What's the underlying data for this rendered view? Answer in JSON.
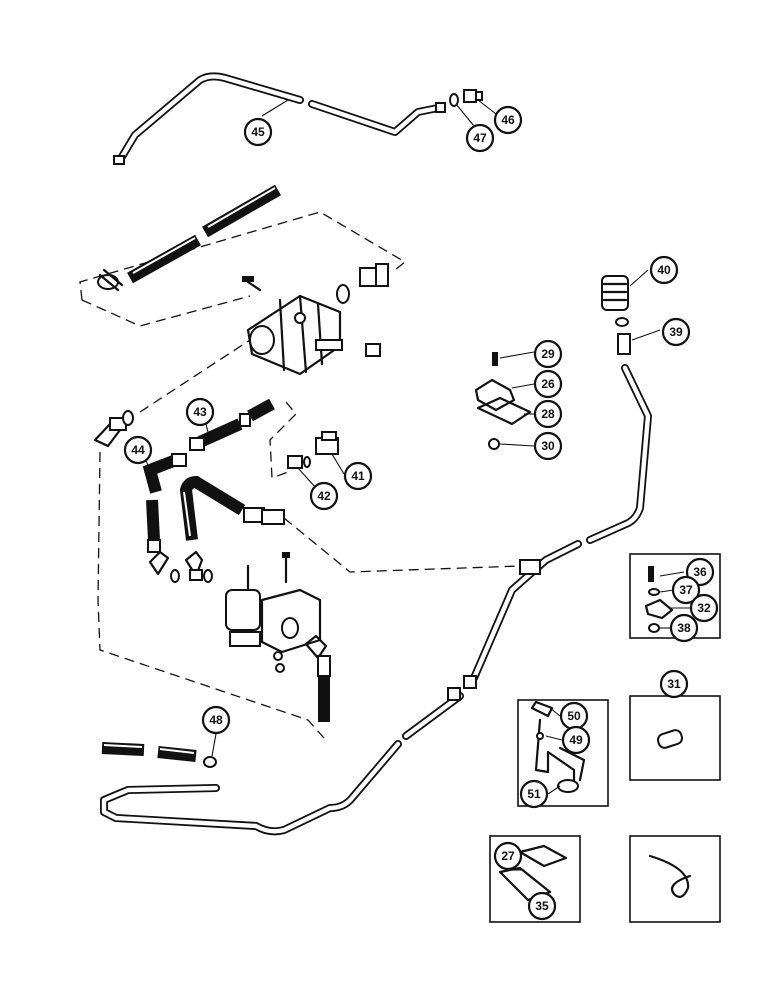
{
  "diagram": {
    "callouts": {
      "c26": "26",
      "c27": "27",
      "c28": "28",
      "c29": "29",
      "c30": "30",
      "c31": "31",
      "c32": "32",
      "c35": "35",
      "c36": "36",
      "c37": "37",
      "c38": "38",
      "c39": "39",
      "c40": "40",
      "c41": "41",
      "c42": "42",
      "c43": "43",
      "c44": "44",
      "c45": "45",
      "c46": "46",
      "c47": "47",
      "c48": "48",
      "c49": "49",
      "c50": "50",
      "c51": "51"
    }
  }
}
